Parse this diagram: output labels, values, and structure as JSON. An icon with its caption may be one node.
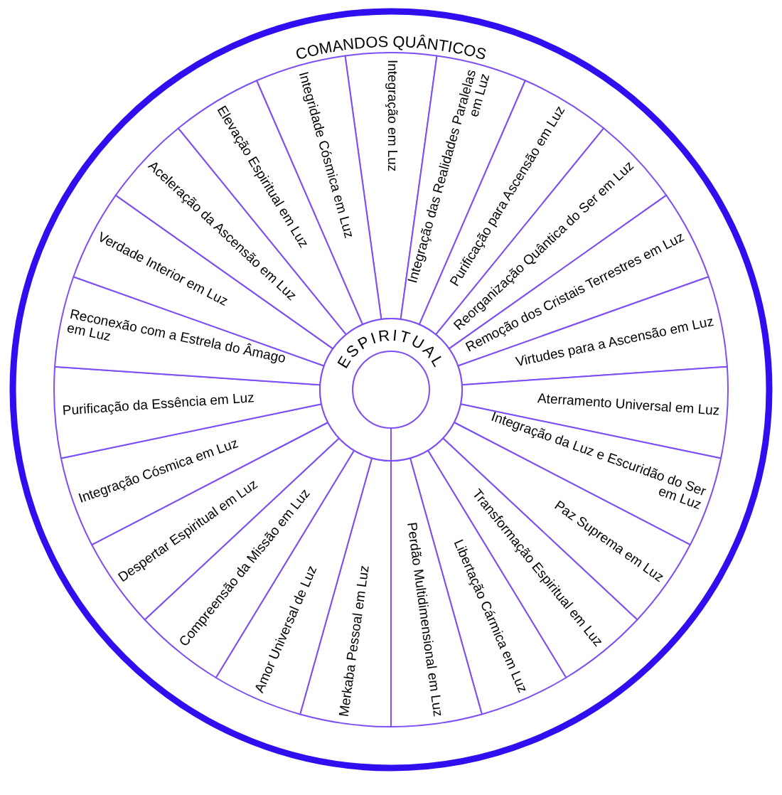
{
  "diagram": {
    "title": "COMANDOS QUÂNTICOS",
    "nodes": [
      {
        "text": [
          "Integração em Luz"
        ]
      },
      {
        "text": [
          "Integração das Realidades Paralelas em Luz"
        ]
      },
      {
        "text": [
          "Purificação para Ascensão em Luz"
        ]
      },
      {
        "text": [
          "Reorganização Quântica do Ser em Luz"
        ]
      },
      {
        "text": [
          "Remoção dos Cristais Terrestres em Luz"
        ]
      },
      {
        "text": [
          "Virtudes para a Ascensão em Luz"
        ]
      },
      {
        "text": [
          "Aterramento Universal em Luz"
        ]
      },
      {
        "text": [
          "Integração da Luz e Escuridão do Ser em Luz"
        ]
      },
      {
        "text": [
          "Paz Suprema em Luz"
        ]
      },
      {
        "text": [
          "Transformação Espiritual em Luz"
        ]
      },
      {
        "text": [
          "Libertação Cármica em Luz"
        ]
      },
      {
        "text": [
          "Perdão Multidimensional em Luz"
        ]
      },
      {
        "text": [
          "Merkaba Pessoal em Luz"
        ]
      },
      {
        "text": [
          "Amor Universal de Luz"
        ]
      },
      {
        "text": [
          "Compreensão da Missão em Luz"
        ]
      },
      {
        "text": [
          "Despertar Espiritual em Luz"
        ]
      },
      {
        "text": [
          "Integração Cósmica em Luz"
        ]
      },
      {
        "text": [
          "Purificação da Essência em Luz"
        ]
      },
      {
        "text": [
          "Reconexão com a Estrela do Âmago em Luz"
        ]
      },
      {
        "text": [
          "Verdade Interior em Luz"
        ]
      },
      {
        "text": [
          "Aceleração da Ascensão em Luz"
        ]
      },
      {
        "text": [
          "Elevação Espiritual em Luz"
        ]
      },
      {
        "text": [
          "Integridade Cósmica em Luz"
        ]
      },
      {
        "text": [
          "ESPIRITUAL"
        ]
      },
      {
        "text": [],
        "shape": "circle",
        "in": 23
      }
    ]
  }
}
